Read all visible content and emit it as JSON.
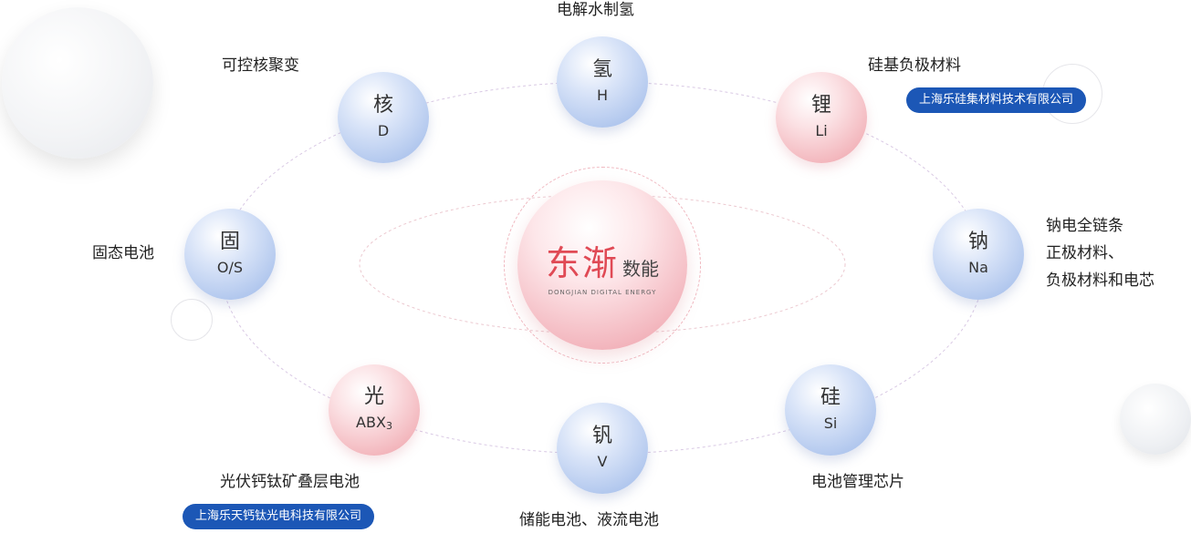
{
  "center": {
    "logo_main": "东渐",
    "logo_sub": "数能",
    "logo_en": "DONGJIAN DIGITAL ENERGY"
  },
  "nodes": [
    {
      "char": "氢",
      "symbol": "H",
      "label": "电解水制氢",
      "color": "blue"
    },
    {
      "char": "核",
      "symbol": "D",
      "label": "可控核聚变",
      "color": "blue"
    },
    {
      "char": "锂",
      "symbol": "Li",
      "label": "硅基负极材料",
      "color": "pink"
    },
    {
      "char": "固",
      "symbol": "O/S",
      "label": "固态电池",
      "color": "blue"
    },
    {
      "char": "钠",
      "symbol": "Na",
      "label": "钠电全链条正极材料、负极材料和电芯",
      "label_lines": [
        "钠电全链条",
        "正极材料、",
        "负极材料和电芯"
      ],
      "color": "blue"
    },
    {
      "char": "光",
      "symbol": "ABX",
      "symbol_sub": "3",
      "label": "光伏钙钛矿叠层电池",
      "color": "pink"
    },
    {
      "char": "钒",
      "symbol": "V",
      "label": "储能电池、液流电池",
      "color": "blue"
    },
    {
      "char": "硅",
      "symbol": "Si",
      "label": "电池管理芯片",
      "color": "blue"
    }
  ],
  "companies": {
    "silicon": "上海乐硅集材料技术有限公司",
    "perovskite": "上海乐天钙钛光电科技有限公司"
  },
  "colors": {
    "logo_red": "#e04a55",
    "pill_blue": "#1c57b6",
    "node_blue": "#9bb7e8",
    "node_pink": "#ee9ea6"
  }
}
